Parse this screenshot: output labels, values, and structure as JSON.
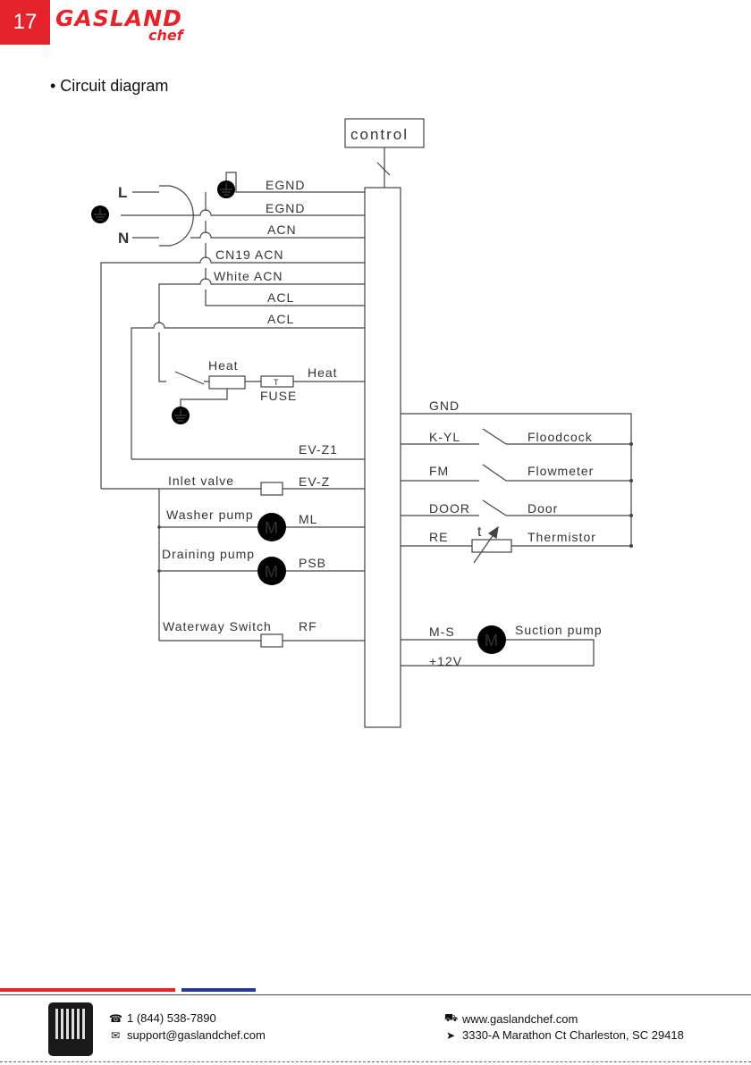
{
  "header": {
    "page_number": "17",
    "logo_main": "GASLAND",
    "logo_sub": "chef"
  },
  "section_title": "• Circuit diagram",
  "diagram": {
    "control": "control",
    "left_labels": {
      "L": "L",
      "N": "N",
      "egnd1": "EGND",
      "egnd2": "EGND",
      "acn1": "ACN",
      "cn19_acn": "CN19  ACN",
      "white_acn": "White  ACN",
      "acl1": "ACL",
      "acl2": "ACL",
      "heat_element": "Heat",
      "fuse_symbol": "T",
      "fuse": "FUSE",
      "heat_pin": "Heat",
      "evz1": "EV-Z1",
      "inlet_valve": "Inlet  valve",
      "evz": "EV-Z",
      "washer_pump": "Washer  pump",
      "ml": "ML",
      "draining_pump": "Draining  pump",
      "psb": "PSB",
      "waterway_switch": "Waterway  Switch",
      "rf": "RF",
      "motor1": "M",
      "motor2": "M"
    },
    "right_labels": {
      "gnd": "GND",
      "kyl": "K-YL",
      "floodcock": "Floodcock",
      "fm": "FM",
      "flowmeter": "Flowmeter",
      "door_pin": "DOOR",
      "door": "Door",
      "re": "RE",
      "thermistor_symbol": "t",
      "thermistor": "Thermistor",
      "ms": "M-S",
      "motor3": "M",
      "suction_pump": "Suction  pump",
      "v12": "+12V"
    }
  },
  "footer": {
    "phone": "1 (844) 538-7890",
    "email": "support@gaslandchef.com",
    "website": "www.gaslandchef.com",
    "address": "3330-A Marathon Ct Charleston, SC 29418",
    "phone_icon": "phone-icon",
    "email_icon": "email-icon",
    "web_icon": "cart-icon",
    "address_icon": "location-arrow-icon"
  }
}
